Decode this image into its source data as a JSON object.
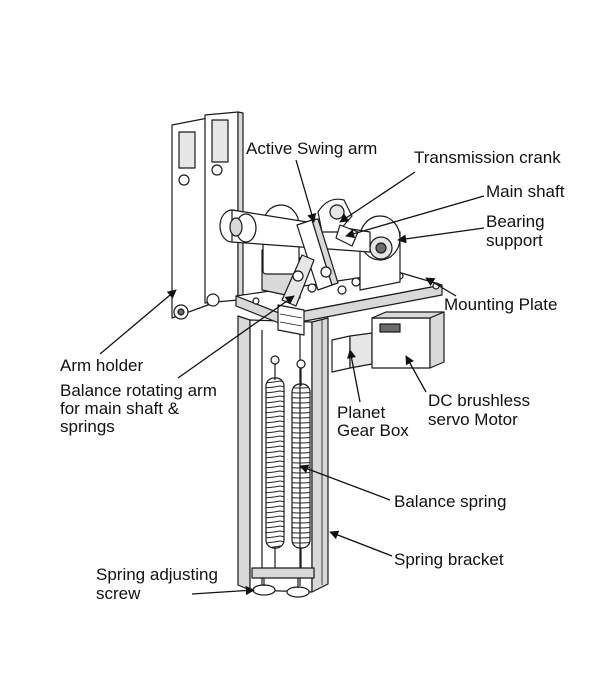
{
  "labels": {
    "active_swing_arm": "Active Swing arm",
    "transmission_crank": "Transmission crank",
    "main_shaft": "Main shaft",
    "bearing_support_1": "Bearing",
    "bearing_support_2": "support",
    "mounting_plate": "Mounting Plate",
    "arm_holder": "Arm holder",
    "balance_arm_1": "Balance rotating arm",
    "balance_arm_2": "for main shaft &",
    "balance_arm_3": "springs",
    "planet_gear_box_1": "Planet",
    "planet_gear_box_2": "Gear Box",
    "dc_motor_1": "DC brushless",
    "dc_motor_2": "servo Motor",
    "balance_spring": "Balance spring",
    "spring_bracket": "Spring bracket",
    "spring_screw_1": "Spring adjusting",
    "spring_screw_2": "screw"
  },
  "colors": {
    "line": "#1a1a1a",
    "fill": "#ffffff",
    "shade": "#d9d9d9",
    "dark": "#6a6a6a"
  }
}
